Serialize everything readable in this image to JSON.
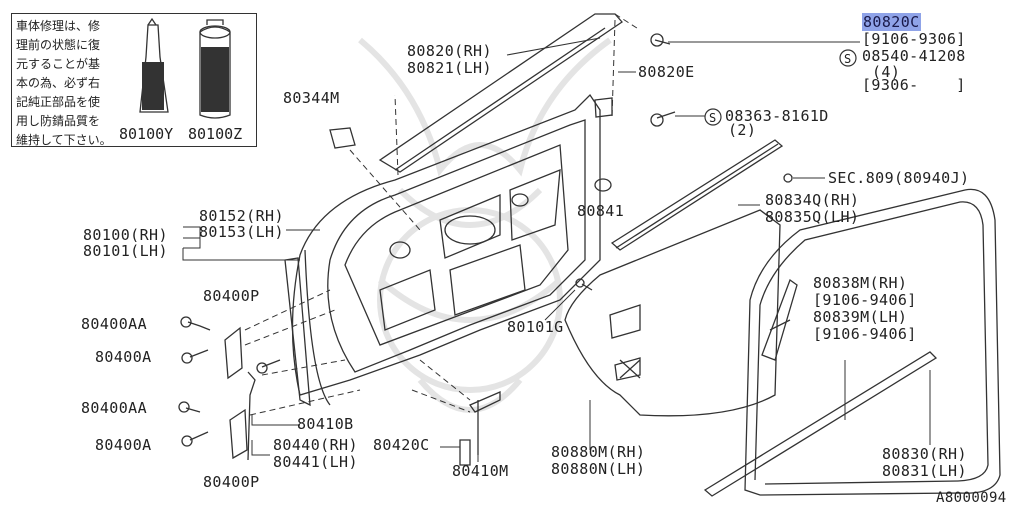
{
  "note": {
    "text": "車体修理は、修\n理前の状態に復\n元することが基\n本の為、必ず右\n記純正部品を使\n用し防錆品質を\n維持して下さい。",
    "items": [
      "80100Y",
      "80100Z"
    ]
  },
  "highlight_part": "80820C",
  "labels": [
    {
      "id": "p80820c-range",
      "text": "[9106-9306]"
    },
    {
      "id": "p08540",
      "text": "08540-41208"
    },
    {
      "id": "p08540-qty",
      "text": "(4)"
    },
    {
      "id": "p08540-range",
      "text": "[9306-    ]"
    },
    {
      "id": "p80820",
      "text": "80820(RH)"
    },
    {
      "id": "p80821",
      "text": "80821(LH)"
    },
    {
      "id": "p80820e",
      "text": "80820E"
    },
    {
      "id": "p80344m",
      "text": "80344M"
    },
    {
      "id": "p08363",
      "text": "08363-8161D"
    },
    {
      "id": "p08363-qty",
      "text": "(2)"
    },
    {
      "id": "psec809",
      "text": "SEC.809(80940J)"
    },
    {
      "id": "p80834q",
      "text": "80834Q(RH)"
    },
    {
      "id": "p80835q",
      "text": "80835Q(LH)"
    },
    {
      "id": "p80841",
      "text": "80841"
    },
    {
      "id": "p80152",
      "text": "80152(RH)"
    },
    {
      "id": "p80153",
      "text": "80153(LH)"
    },
    {
      "id": "p80100",
      "text": "80100(RH)"
    },
    {
      "id": "p80101",
      "text": "80101(LH)"
    },
    {
      "id": "p80400p-top",
      "text": "80400P"
    },
    {
      "id": "p80400aa-top",
      "text": "80400AA"
    },
    {
      "id": "p80400a-top",
      "text": "80400A"
    },
    {
      "id": "p80101g",
      "text": "80101G"
    },
    {
      "id": "p80838m",
      "text": "80838M(RH)"
    },
    {
      "id": "p80838m-range",
      "text": "[9106-9406]"
    },
    {
      "id": "p80839m",
      "text": "80839M(LH)"
    },
    {
      "id": "p80839m-range",
      "text": "[9106-9406]"
    },
    {
      "id": "p80410b",
      "text": "80410B"
    },
    {
      "id": "p80400aa-bot",
      "text": "80400AA"
    },
    {
      "id": "p80440",
      "text": "80440(RH)"
    },
    {
      "id": "p80441",
      "text": "80441(LH)"
    },
    {
      "id": "p80420c",
      "text": "80420C"
    },
    {
      "id": "p80400a-bot",
      "text": "80400A"
    },
    {
      "id": "p80400p-bot",
      "text": "80400P"
    },
    {
      "id": "p80410m",
      "text": "80410M"
    },
    {
      "id": "p80880m",
      "text": "80880M(RH)"
    },
    {
      "id": "p80880n",
      "text": "80880N(LH)"
    },
    {
      "id": "p80830",
      "text": "80830(RH)"
    },
    {
      "id": "p80831",
      "text": "80831(LH)"
    }
  ],
  "figure_id": "A8000094",
  "colors": {
    "line": "#333333",
    "highlight": "#8fa3e8",
    "watermark": "#e6e6e6"
  }
}
